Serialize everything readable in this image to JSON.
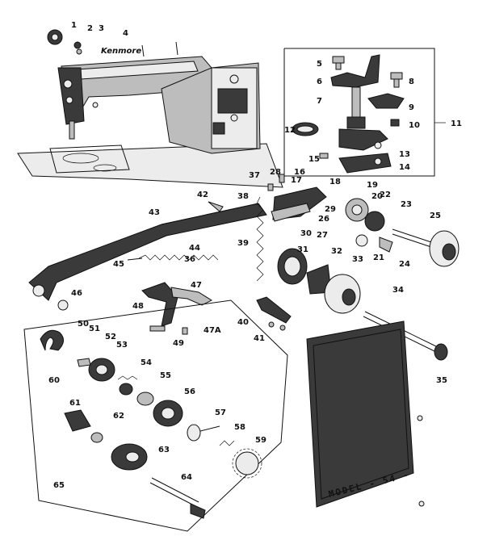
{
  "diagram": {
    "brand_script": "Kenmore",
    "model_plate": "MODEL - 54 -",
    "callouts": [
      "1",
      "2",
      "3",
      "4",
      "5",
      "6",
      "7",
      "8",
      "9",
      "10",
      "11",
      "12",
      "13",
      "14",
      "15",
      "16",
      "17",
      "18",
      "19",
      "20",
      "21",
      "22",
      "23",
      "24",
      "25",
      "26",
      "27",
      "28",
      "29",
      "30",
      "31",
      "32",
      "33",
      "34",
      "35",
      "36",
      "37",
      "38",
      "39",
      "40",
      "41",
      "42",
      "43",
      "44",
      "45",
      "46",
      "47",
      "47A",
      "48",
      "49",
      "50",
      "51",
      "52",
      "53",
      "54",
      "55",
      "56",
      "57",
      "58",
      "59",
      "60",
      "61",
      "62",
      "63",
      "64",
      "65"
    ]
  }
}
